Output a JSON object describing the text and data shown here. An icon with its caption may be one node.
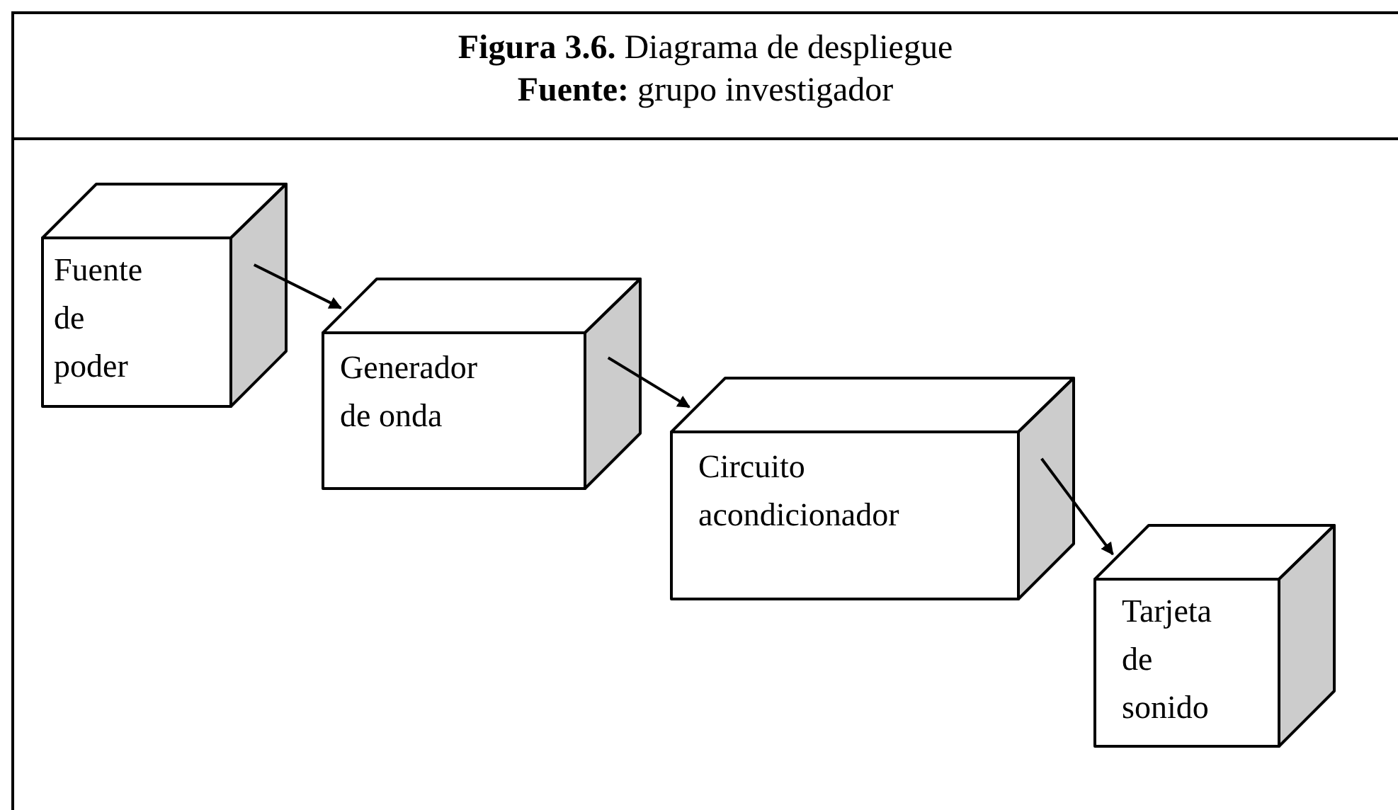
{
  "diagram": {
    "title": "**Figura 3.6.** Diagrama de despliegue",
    "caption": "**Fuente:** grupo investigador",
    "nodes": [
      {
        "text": [
          "Fuente de poder"
        ]
      },
      {
        "text": [
          "Generador de onda"
        ]
      },
      {
        "text": [
          "Circuito acondicionador"
        ]
      },
      {
        "text": [
          "Tarjeta de sonido"
        ]
      }
    ],
    "edges": [
      {
        "from": 0,
        "to": 1,
        "arrow": "to"
      },
      {
        "from": 1,
        "to": 2,
        "arrow": "to"
      },
      {
        "from": 2,
        "to": 3,
        "arrow": "to"
      }
    ]
  }
}
